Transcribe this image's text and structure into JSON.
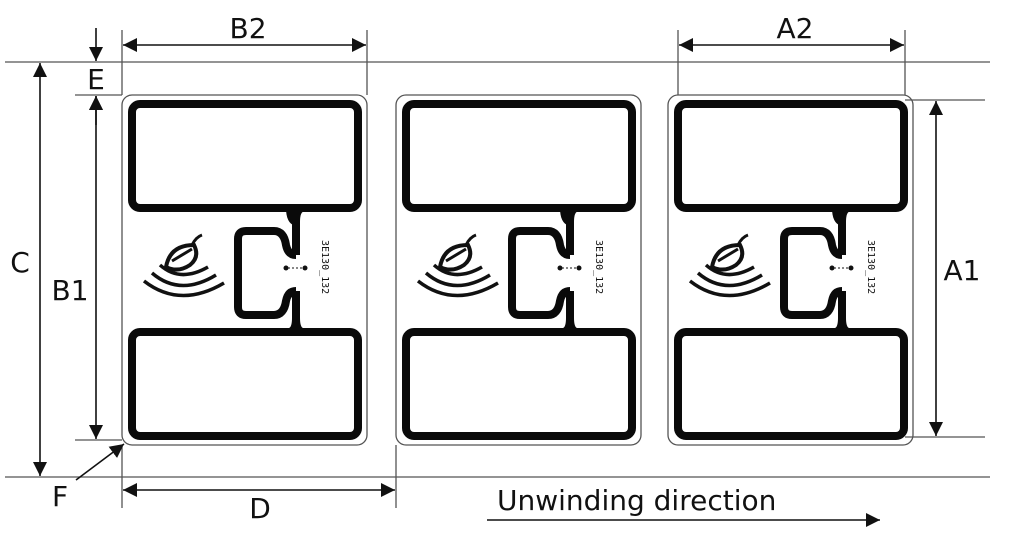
{
  "dimensions": {
    "b2": "B2",
    "a2": "A2",
    "e": "E",
    "c": "C",
    "b1": "B1",
    "a1": "A1",
    "f": "F",
    "d": "D"
  },
  "direction_label": "Unwinding direction",
  "tags": [
    {
      "chip_text": "3E130_132"
    },
    {
      "chip_text": "3E130_132"
    },
    {
      "chip_text": "3E130_132"
    }
  ],
  "colors": {
    "ink": "#0a0a0a",
    "line": "#555555"
  }
}
